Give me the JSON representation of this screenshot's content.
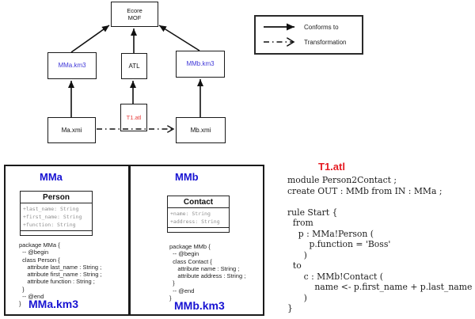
{
  "diagram": {
    "nodes": {
      "ecore_line1": "Ecore",
      "ecore_line2": "MOF",
      "mma_km3": "MMa.km3",
      "atl": "ATL",
      "mmb_km3": "MMb.km3",
      "ma_xmi": "Ma.xmi",
      "t1_atl": "T1.atl",
      "mb_xmi": "Mb.xmi"
    },
    "legend": {
      "conforms_to": "Conforms to",
      "transformation": "Transformation"
    }
  },
  "metamodels": {
    "mma": {
      "title": "MMa",
      "class_name": "Person",
      "attributes": [
        "+last_name: String",
        "+first_name: String",
        "+function: String"
      ],
      "code": "package MMa {\n  -- @begin\n  class Person {\n     attribute last_name : String ;\n     attribute first_name : String ;\n     attribute function : String ;\n  }\n  -- @end\n}",
      "file_label": "MMa.km3"
    },
    "mmb": {
      "title": "MMb",
      "class_name": "Contact",
      "attributes": [
        "+name: String",
        "+address: String"
      ],
      "code": "package MMb {\n  -- @begin\n  class Contact {\n     attribute name : String ;\n     attribute address : String ;\n  }\n  -- @end\n}",
      "file_label": "MMb.km3"
    }
  },
  "atl": {
    "title": "T1.atl",
    "code": "module Person2Contact ;\ncreate OUT : MMb from IN : MMa ;\n\nrule Start {\n  from\n    p : MMa!Person (\n        p.function = 'Boss'\n      )\n  to\n      c : MMb!Contact (\n          name <- p.first_name + p.last_name\n      )\n}"
  },
  "colors": {
    "node_blue": "#4038d8",
    "label_blue": "#1813d2",
    "red": "#e51c23",
    "attr_gray": "#8f8f8f"
  }
}
